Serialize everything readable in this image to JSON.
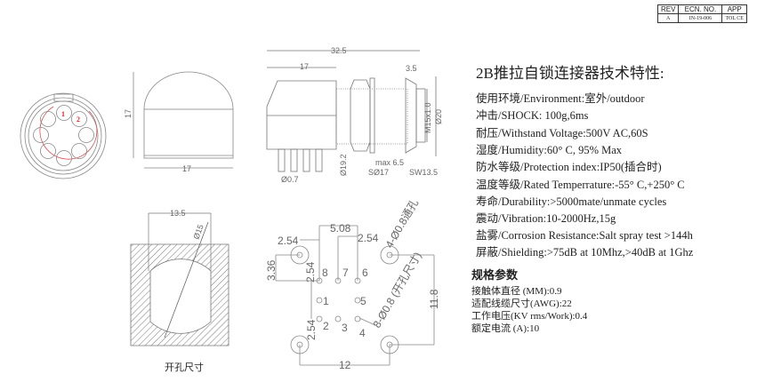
{
  "title_block": {
    "headers": [
      "REV",
      "ECN. NO.",
      "APP"
    ],
    "row": [
      "A",
      "IN-19-006",
      "TOL CE"
    ]
  },
  "drawing": {
    "face_view": {
      "pin_labels": [
        "1",
        "2"
      ],
      "accent_color": "#d22"
    },
    "dome_view": {
      "height_dim": "17",
      "width_dim": "17"
    },
    "side_view": {
      "overall_dim": "32.5",
      "body_dim": "17",
      "flange_dim": "3.5",
      "thread_dim": "M15x1.0",
      "dia_dim": "Ø20",
      "pin_dim": "Ø0.7",
      "nut_dia_dim": "Ø19.2",
      "nut_dim": "SØ17",
      "panel_dim": "max 6.5",
      "wrench_dim": "SW13.5"
    },
    "cutout": {
      "width_dim": "13.5",
      "dia_dim": "Ø15",
      "label": "开孔尺寸"
    },
    "pcb_layout": {
      "dims": {
        "pitch_top": "5.08",
        "left_offset": "2.54",
        "right_offset": "2.54",
        "vertical_offset": "3.36",
        "row_pitch": "2.54",
        "row_pitch_2": "2.54",
        "height": "11.8",
        "width": "12"
      },
      "mount_hole_note": "4-Ø0.8通孔",
      "pin_hole_note": "8-Ø0.8 (开孔尺寸)",
      "pins": [
        "8",
        "7",
        "6",
        "1",
        "5",
        "2",
        "3",
        "4"
      ]
    }
  },
  "specs": {
    "title": "2B推拉自锁连接器技术特性:",
    "lines": [
      "使用环境/Environment:室外/outdoor",
      "冲击/SHOCK: 100g,6ms",
      "耐压/Withstand Voltage:500V AC,60S",
      "湿度/Humidity:60° C, 95% Max",
      "防水等级/Protection index:IP50(插合时)",
      "温度等级/Rated Temperrature:-55° C,+250° C",
      "寿命/Durability:>5000mate/unmate cycles",
      "震动/Vibration:10-2000Hz,15g",
      "盐雾/Corrosion Resistance:Salt spray test >144h",
      "屏蔽/Shielding:>75dB at 10Mhz,>40dB at 1Ghz"
    ]
  },
  "params": {
    "title": "规格参数",
    "lines": [
      "接触体直径 (MM):0.9",
      "适配线缆尺寸(AWG):22",
      "工作电压(KV rms/Work):0.4",
      "额定电流 (A):10"
    ]
  }
}
